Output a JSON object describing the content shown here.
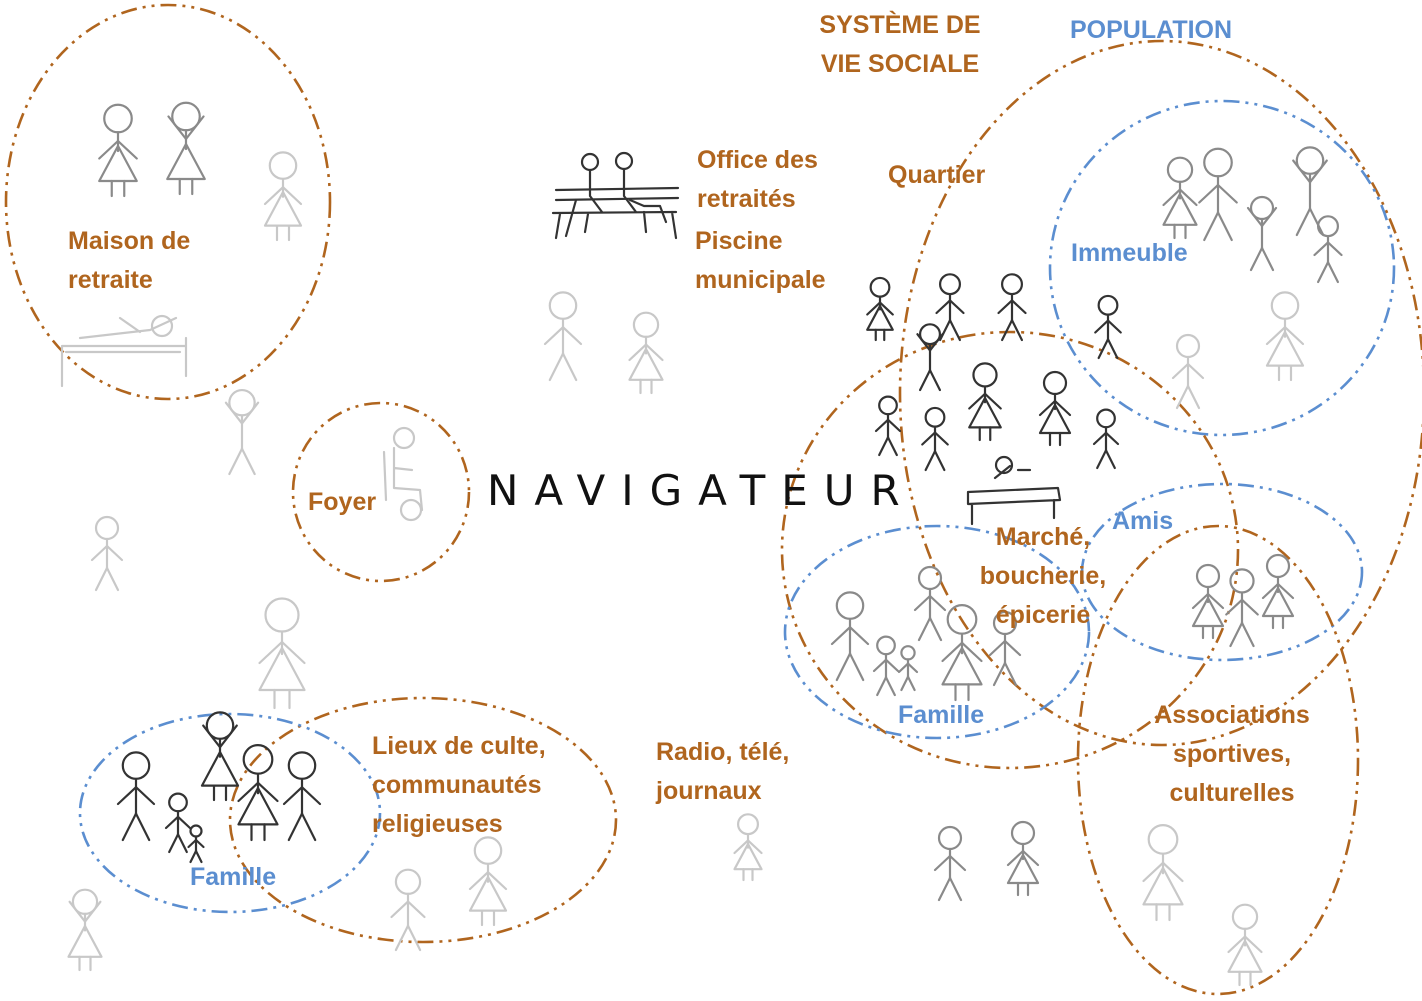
{
  "colors": {
    "brown": "#b0651e",
    "blue": "#5b8ed0",
    "figure_light": "#c8c8c8",
    "figure_mid": "#8a8a8a",
    "figure_dark": "#333333"
  },
  "header": {
    "system_title": "SYSTÈME DE\nVIE SOCIALE",
    "population_title": "POPULATION"
  },
  "center_label": "NAVIGATEUR",
  "labels": {
    "maison_de_retraite": "Maison de\nretraite",
    "foyer": "Foyer",
    "office": "Office des\nretraités",
    "piscine": "Piscine\nmunicipale",
    "quartier": "Quartier",
    "immeuble": "Immeuble",
    "amis": "Amis",
    "marche": "Marché,\nboucherie,\népicerie",
    "famille_right": "Famille",
    "associations": "Associations\nsportives,\nculturelles",
    "lieux_culte": "Lieux de culte,\ncommunautés\nreligieuses",
    "radio": "Radio, télé,\njournaux",
    "famille_left": "Famille"
  },
  "icons": [
    "stick-figure-icon",
    "bench-icon",
    "wheelchair-icon",
    "bed-icon",
    "market-stall-icon"
  ]
}
